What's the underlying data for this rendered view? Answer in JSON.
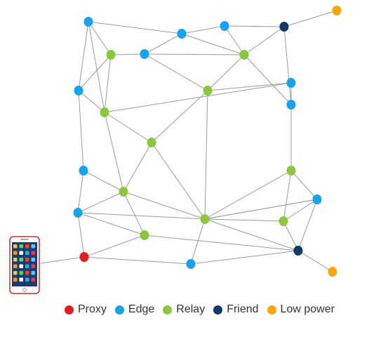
{
  "colors": {
    "proxy": "#e01e26",
    "edge": "#1aa3ec",
    "relay": "#8cc63f",
    "friend": "#0e3c64",
    "low_power": "#f7a60f",
    "link": "#9a9a9a"
  },
  "legend": [
    {
      "key": "proxy",
      "label": "Proxy"
    },
    {
      "key": "edge",
      "label": "Edge"
    },
    {
      "key": "relay",
      "label": "Relay"
    },
    {
      "key": "friend",
      "label": "Friend"
    },
    {
      "key": "low_power",
      "label": "Low power"
    }
  ],
  "phone": {
    "icon": "smartphone-icon"
  },
  "network": {
    "nodes": [
      {
        "id": "e1",
        "type": "edge"
      },
      {
        "id": "e2",
        "type": "edge"
      },
      {
        "id": "e3",
        "type": "edge"
      },
      {
        "id": "e4",
        "type": "edge"
      },
      {
        "id": "e5",
        "type": "edge"
      },
      {
        "id": "e6",
        "type": "edge"
      },
      {
        "id": "e7",
        "type": "edge"
      },
      {
        "id": "e8",
        "type": "edge"
      },
      {
        "id": "e9",
        "type": "edge"
      },
      {
        "id": "e10",
        "type": "edge"
      },
      {
        "id": "e11",
        "type": "edge"
      },
      {
        "id": "f1",
        "type": "friend"
      },
      {
        "id": "f2",
        "type": "friend"
      },
      {
        "id": "lp1",
        "type": "low_power"
      },
      {
        "id": "lp2",
        "type": "low_power"
      },
      {
        "id": "r1",
        "type": "relay"
      },
      {
        "id": "r2",
        "type": "relay"
      },
      {
        "id": "r3",
        "type": "relay"
      },
      {
        "id": "r4",
        "type": "relay"
      },
      {
        "id": "r5",
        "type": "relay"
      },
      {
        "id": "r6",
        "type": "relay"
      },
      {
        "id": "r7",
        "type": "relay"
      },
      {
        "id": "r8",
        "type": "relay"
      },
      {
        "id": "r9",
        "type": "relay"
      },
      {
        "id": "r10",
        "type": "relay"
      },
      {
        "id": "p1",
        "type": "proxy"
      }
    ],
    "links": [
      [
        "e1",
        "r1"
      ],
      [
        "e1",
        "e5"
      ],
      [
        "e1",
        "e3"
      ],
      [
        "e1",
        "r3"
      ],
      [
        "r1",
        "e4"
      ],
      [
        "r1",
        "r3"
      ],
      [
        "r1",
        "e3"
      ],
      [
        "e4",
        "e5"
      ],
      [
        "e4",
        "r2"
      ],
      [
        "e4",
        "r4"
      ],
      [
        "e5",
        "e6"
      ],
      [
        "e5",
        "r2"
      ],
      [
        "e6",
        "f1"
      ],
      [
        "e6",
        "r2"
      ],
      [
        "f1",
        "lp1"
      ],
      [
        "f1",
        "r2"
      ],
      [
        "f1",
        "e8"
      ],
      [
        "r2",
        "r4"
      ],
      [
        "r2",
        "e8"
      ],
      [
        "e3",
        "r3"
      ],
      [
        "e3",
        "e9"
      ],
      [
        "e8",
        "e7"
      ],
      [
        "r4",
        "e7"
      ],
      [
        "r4",
        "r5"
      ],
      [
        "r4",
        "r9"
      ],
      [
        "e7",
        "r3"
      ],
      [
        "e7",
        "r6"
      ],
      [
        "r3",
        "r5"
      ],
      [
        "r3",
        "r8"
      ],
      [
        "r5",
        "r8"
      ],
      [
        "r5",
        "r9"
      ],
      [
        "e9",
        "r8"
      ],
      [
        "e9",
        "e10"
      ],
      [
        "r6",
        "e11"
      ],
      [
        "r6",
        "r9"
      ],
      [
        "r6",
        "r10"
      ],
      [
        "e11",
        "r9"
      ],
      [
        "e11",
        "f2"
      ],
      [
        "e11",
        "r10"
      ],
      [
        "r8",
        "r7"
      ],
      [
        "r8",
        "e10"
      ],
      [
        "r8",
        "r9"
      ],
      [
        "e10",
        "r7"
      ],
      [
        "e10",
        "p1"
      ],
      [
        "e10",
        "r9"
      ],
      [
        "r9",
        "f2"
      ],
      [
        "r9",
        "e2"
      ],
      [
        "r9",
        "r10"
      ],
      [
        "r9",
        "e11"
      ],
      [
        "r7",
        "p1"
      ],
      [
        "r7",
        "f2"
      ],
      [
        "r10",
        "f2"
      ],
      [
        "f2",
        "e2"
      ],
      [
        "f2",
        "lp2"
      ],
      [
        "p1",
        "e2"
      ],
      [
        "p1",
        "phone"
      ]
    ]
  }
}
